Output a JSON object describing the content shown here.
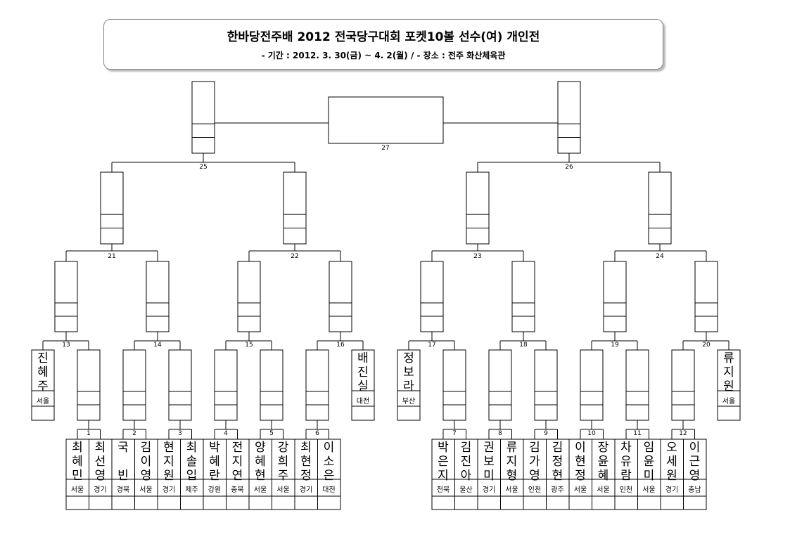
{
  "header": {
    "title": "한바당전주배 2012 전국당구대회 포켓10볼 선수(여) 개인전",
    "subtitle": "- 기간 : 2012. 3. 30(금) ~ 4. 2(월)   /   - 장소 : 전주 화산체육관"
  },
  "final_match": "27",
  "semi_matches": [
    "25",
    "26"
  ],
  "quarter_matches": [
    "21",
    "22",
    "23",
    "24"
  ],
  "round16_matches": [
    "13",
    "14",
    "15",
    "16",
    "17",
    "18",
    "19",
    "20"
  ],
  "first_round_matches": [
    "1",
    "2",
    "3",
    "4",
    "5",
    "6",
    "7",
    "8",
    "9",
    "10",
    "11",
    "12"
  ],
  "byes": [
    {
      "name": "진혜주",
      "region": "서울"
    },
    {
      "name": "배진실",
      "region": "대전"
    },
    {
      "name": "정보라",
      "region": "부산"
    },
    {
      "name": "류지원",
      "region": "서울"
    }
  ],
  "left_players": [
    {
      "name": "최혜민",
      "region": "서울"
    },
    {
      "name": "최선영",
      "region": "경기"
    },
    {
      "name": "국 빈",
      "region": "경북"
    },
    {
      "name": "김이영",
      "region": "서울"
    },
    {
      "name": "현지원",
      "region": "경기"
    },
    {
      "name": "최솔입",
      "region": "제주"
    },
    {
      "name": "박혜란",
      "region": "강원"
    },
    {
      "name": "전지연",
      "region": "충북"
    },
    {
      "name": "양혜현",
      "region": "서울"
    },
    {
      "name": "강희주",
      "region": "서울"
    },
    {
      "name": "최현정",
      "region": "경기"
    },
    {
      "name": "이소은",
      "region": "대전"
    }
  ],
  "right_players": [
    {
      "name": "박은지",
      "region": "전북"
    },
    {
      "name": "김진아",
      "region": "울산"
    },
    {
      "name": "권보미",
      "region": "경기"
    },
    {
      "name": "류지형",
      "region": "서울"
    },
    {
      "name": "김가영",
      "region": "인천"
    },
    {
      "name": "김정현",
      "region": "광주"
    },
    {
      "name": "이현정",
      "region": "서울"
    },
    {
      "name": "장윤혜",
      "region": "서울"
    },
    {
      "name": "차유람",
      "region": "인천"
    },
    {
      "name": "임윤미",
      "region": "서울"
    },
    {
      "name": "오세원",
      "region": "경기"
    },
    {
      "name": "이근영",
      "region": "충남"
    }
  ]
}
